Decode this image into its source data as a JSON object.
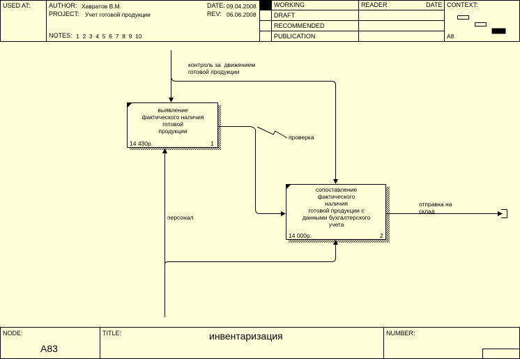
{
  "header": {
    "used_at_label": "USED AT:",
    "author_label": "AUTHOR:",
    "author_value": "Хавратов В.М.",
    "project_label": "PROJECT:",
    "project_value": "Учет готовой продукции",
    "date_label": "DATE:",
    "date_value": "09.04.2008",
    "rev_label": "REV:",
    "rev_value": "06.06.2008",
    "notes_label": "NOTES:",
    "notes_value": "1  2  3  4  5  6  7  8  9  10",
    "status": [
      "WORKING",
      "DRAFT",
      "RECOMMENDED",
      "PUBLICATION"
    ],
    "reader_label": "READER",
    "reader_date_label": "DATE",
    "context_label": "CONTEXT:",
    "context_node": "A8"
  },
  "diagram": {
    "box1": {
      "lines": [
        "выявление",
        "фактического наличия",
        "готовой",
        "продукции"
      ],
      "cost": "14 430р.",
      "number": "1"
    },
    "box2": {
      "lines": [
        "сопоставление",
        "фактического",
        "наличия",
        "готовой продукции с",
        "данными бухгалтерского",
        "учета"
      ],
      "cost": "14 000р.",
      "number": "2"
    },
    "arrows": {
      "control": [
        "контроль за  движением",
        "готовой продукции"
      ],
      "check": "проверка",
      "personnel": "персонал",
      "output": [
        "отправка на",
        "склад"
      ]
    }
  },
  "footer": {
    "node_label": "NODE:",
    "node_value": "A83",
    "title_label": "TITLE:",
    "title_value": "инвентаризация",
    "number_label": "NUMBER:"
  },
  "colors": {
    "background": "#ffffd8",
    "line": "#000000"
  }
}
